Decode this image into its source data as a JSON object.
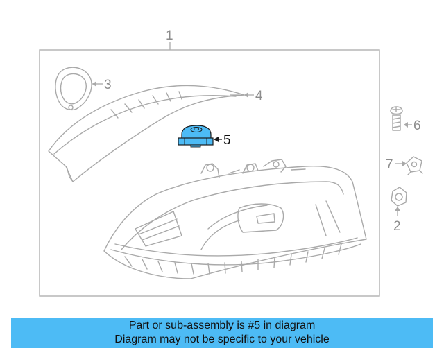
{
  "callouts": {
    "c1": "1",
    "c2": "2",
    "c3": "3",
    "c4": "4",
    "c5": "5",
    "c6": "6",
    "c7": "7"
  },
  "banner": {
    "line1": "Part or sub-assembly is #5 in diagram",
    "line2": "Diagram may not be specific to your vehicle"
  },
  "colors": {
    "highlight": "#4dbbf5",
    "line": "#a9a9a9",
    "banner_bg": "#4dbbf5"
  }
}
